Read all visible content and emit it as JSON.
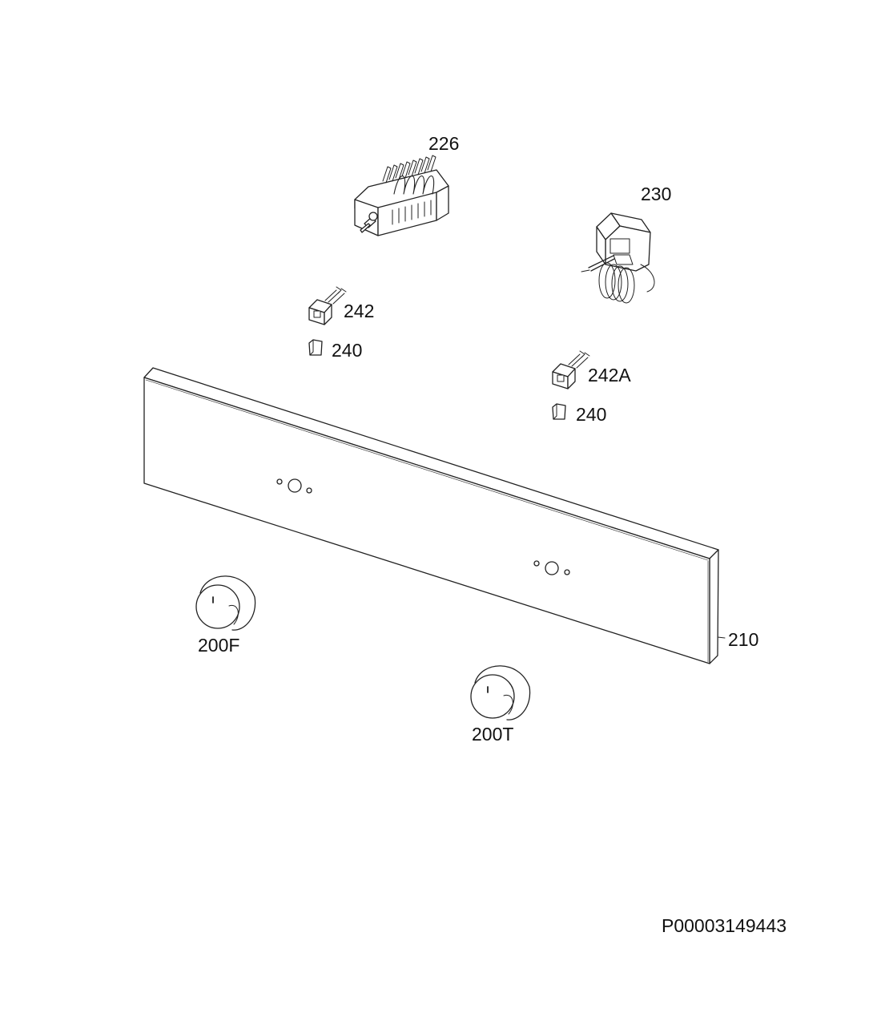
{
  "labels": {
    "switch": "226",
    "thermostat": "230",
    "lamp_a": "242",
    "cap_a": "240",
    "lamp_b": "242A",
    "cap_b": "240",
    "panel": "210",
    "knob_function": "200F",
    "knob_temperature": "200T",
    "drawing_number": "P00003149443"
  }
}
